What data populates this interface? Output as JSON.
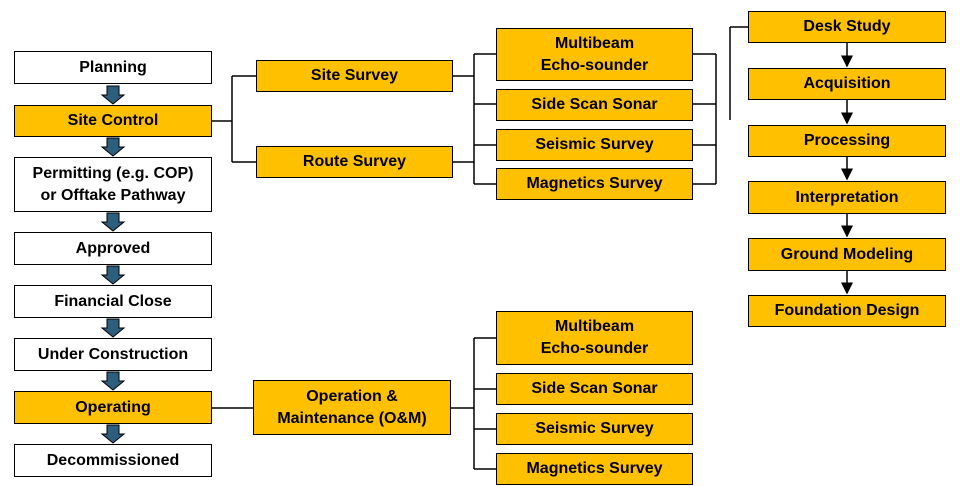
{
  "colors": {
    "highlight_fill": "#FFC000",
    "plain_fill": "#FFFFFF",
    "stage_arrow": "#2E5E7E",
    "line": "#000000"
  },
  "stages": [
    "Planning",
    "Site Control",
    "Permitting (e.g. COP)\nor Offtake Pathway",
    "Approved",
    "Financial Close",
    "Under Construction",
    "Operating",
    "Decommissioned"
  ],
  "highlighted_stages": [
    "Site Control",
    "Operating"
  ],
  "site_control_branch": {
    "surveys": [
      "Site Survey",
      "Route Survey"
    ],
    "methods": [
      "Multibeam\nEcho-sounder",
      "Side Scan Sonar",
      "Seismic Survey",
      "Magnetics Survey"
    ]
  },
  "workflow": [
    "Desk Study",
    "Acquisition",
    "Processing",
    "Interpretation",
    "Ground Modeling",
    "Foundation Design"
  ],
  "operating_branch": {
    "activity": "Operation &\nMaintenance (O&M)",
    "methods": [
      "Multibeam\nEcho-sounder",
      "Side Scan Sonar",
      "Seismic Survey",
      "Magnetics Survey"
    ]
  }
}
